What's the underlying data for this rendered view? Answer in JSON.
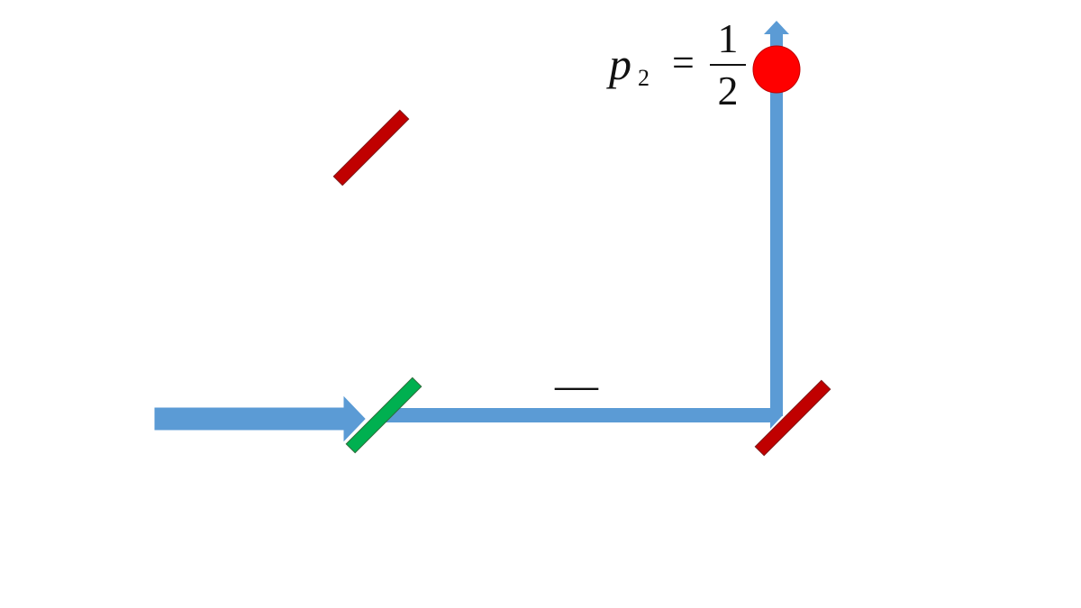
{
  "diagram": {
    "colors": {
      "beam": "#5b9bd5",
      "mirror": "#c00000",
      "mirror_edge": "#7f1a1a",
      "beam_splitter": "#00b050",
      "beam_splitter_edge": "#2e6b3a",
      "detector": "#ff0000",
      "detector_edge": "#c00000"
    },
    "probability_label": {
      "variable": "p",
      "subscript": "2",
      "equals": "=",
      "numerator": "1",
      "denominator": "2"
    },
    "phase_label": "—"
  }
}
